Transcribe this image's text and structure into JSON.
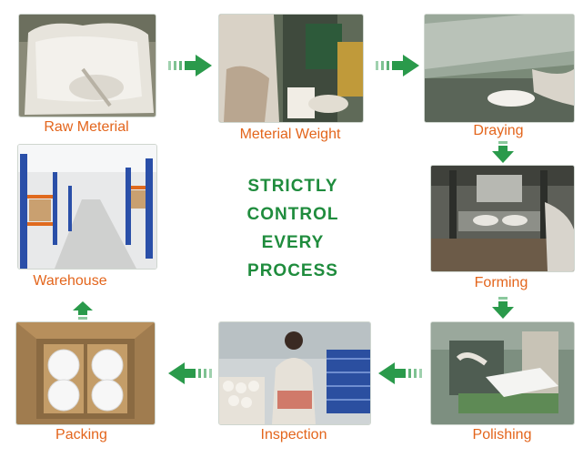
{
  "colors": {
    "label": "#e3651c",
    "headline": "#1f8c3d",
    "arrow": "#2a9a4b"
  },
  "headline": {
    "line1": "STRICTLY",
    "line2": "CONTROL",
    "line3": "EVERY",
    "line4": "PROCESS"
  },
  "steps": {
    "raw_material": "Raw Meterial",
    "material_weight": "Meterial Weight",
    "drying": "Draying",
    "warehouse": "Warehouse",
    "forming": "Forming",
    "packing": "Packing",
    "inspection": "Inspection",
    "polishing": "Polishing"
  }
}
